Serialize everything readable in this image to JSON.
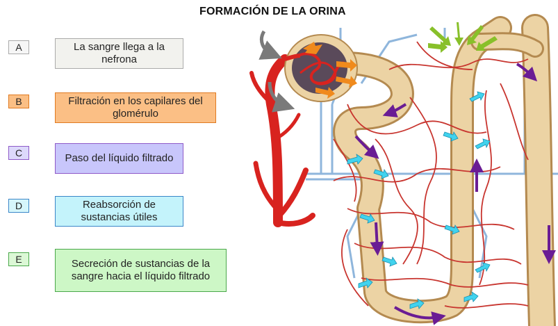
{
  "title": "FORMACIÓN DE LA ORINA",
  "steps": [
    {
      "letter": "A",
      "text": "La sangre llega a la nefrona",
      "bg": "#f2f2ee",
      "border": "#aaaaaa"
    },
    {
      "letter": "B",
      "text": "Filtración en los capilares del glomérulo",
      "bg": "#fbbf85",
      "border": "#e07a20"
    },
    {
      "letter": "C",
      "text": "Paso del líquido filtrado",
      "bg": "#c8c6fb",
      "border": "#8e59c8"
    },
    {
      "letter": "D",
      "text": "Reabsorción de sustancias útiles",
      "bg": "#c4f3fb",
      "border": "#3a86c8"
    },
    {
      "letter": "E",
      "text": "Secreción de sustancias de la sangre hacia el líquido filtrado",
      "bg": "#cdf7c6",
      "border": "#4aa84a"
    }
  ],
  "colors": {
    "tubule": "#ecd3a4",
    "tubule_edge": "#b48a50",
    "artery": "#d8231f",
    "vein": "#8fb6dc",
    "capillary": "#c8352f",
    "arrow_gray": "#7a7a7a",
    "arrow_orange": "#f08a1c",
    "arrow_purple": "#6a1c94",
    "arrow_cyan": "#41d3ee",
    "arrow_green": "#88c02a"
  },
  "icons": [
    "gray-arrow-icon",
    "orange-arrow-icon",
    "purple-arrow-icon",
    "cyan-arrow-icon",
    "green-arrow-icon"
  ]
}
